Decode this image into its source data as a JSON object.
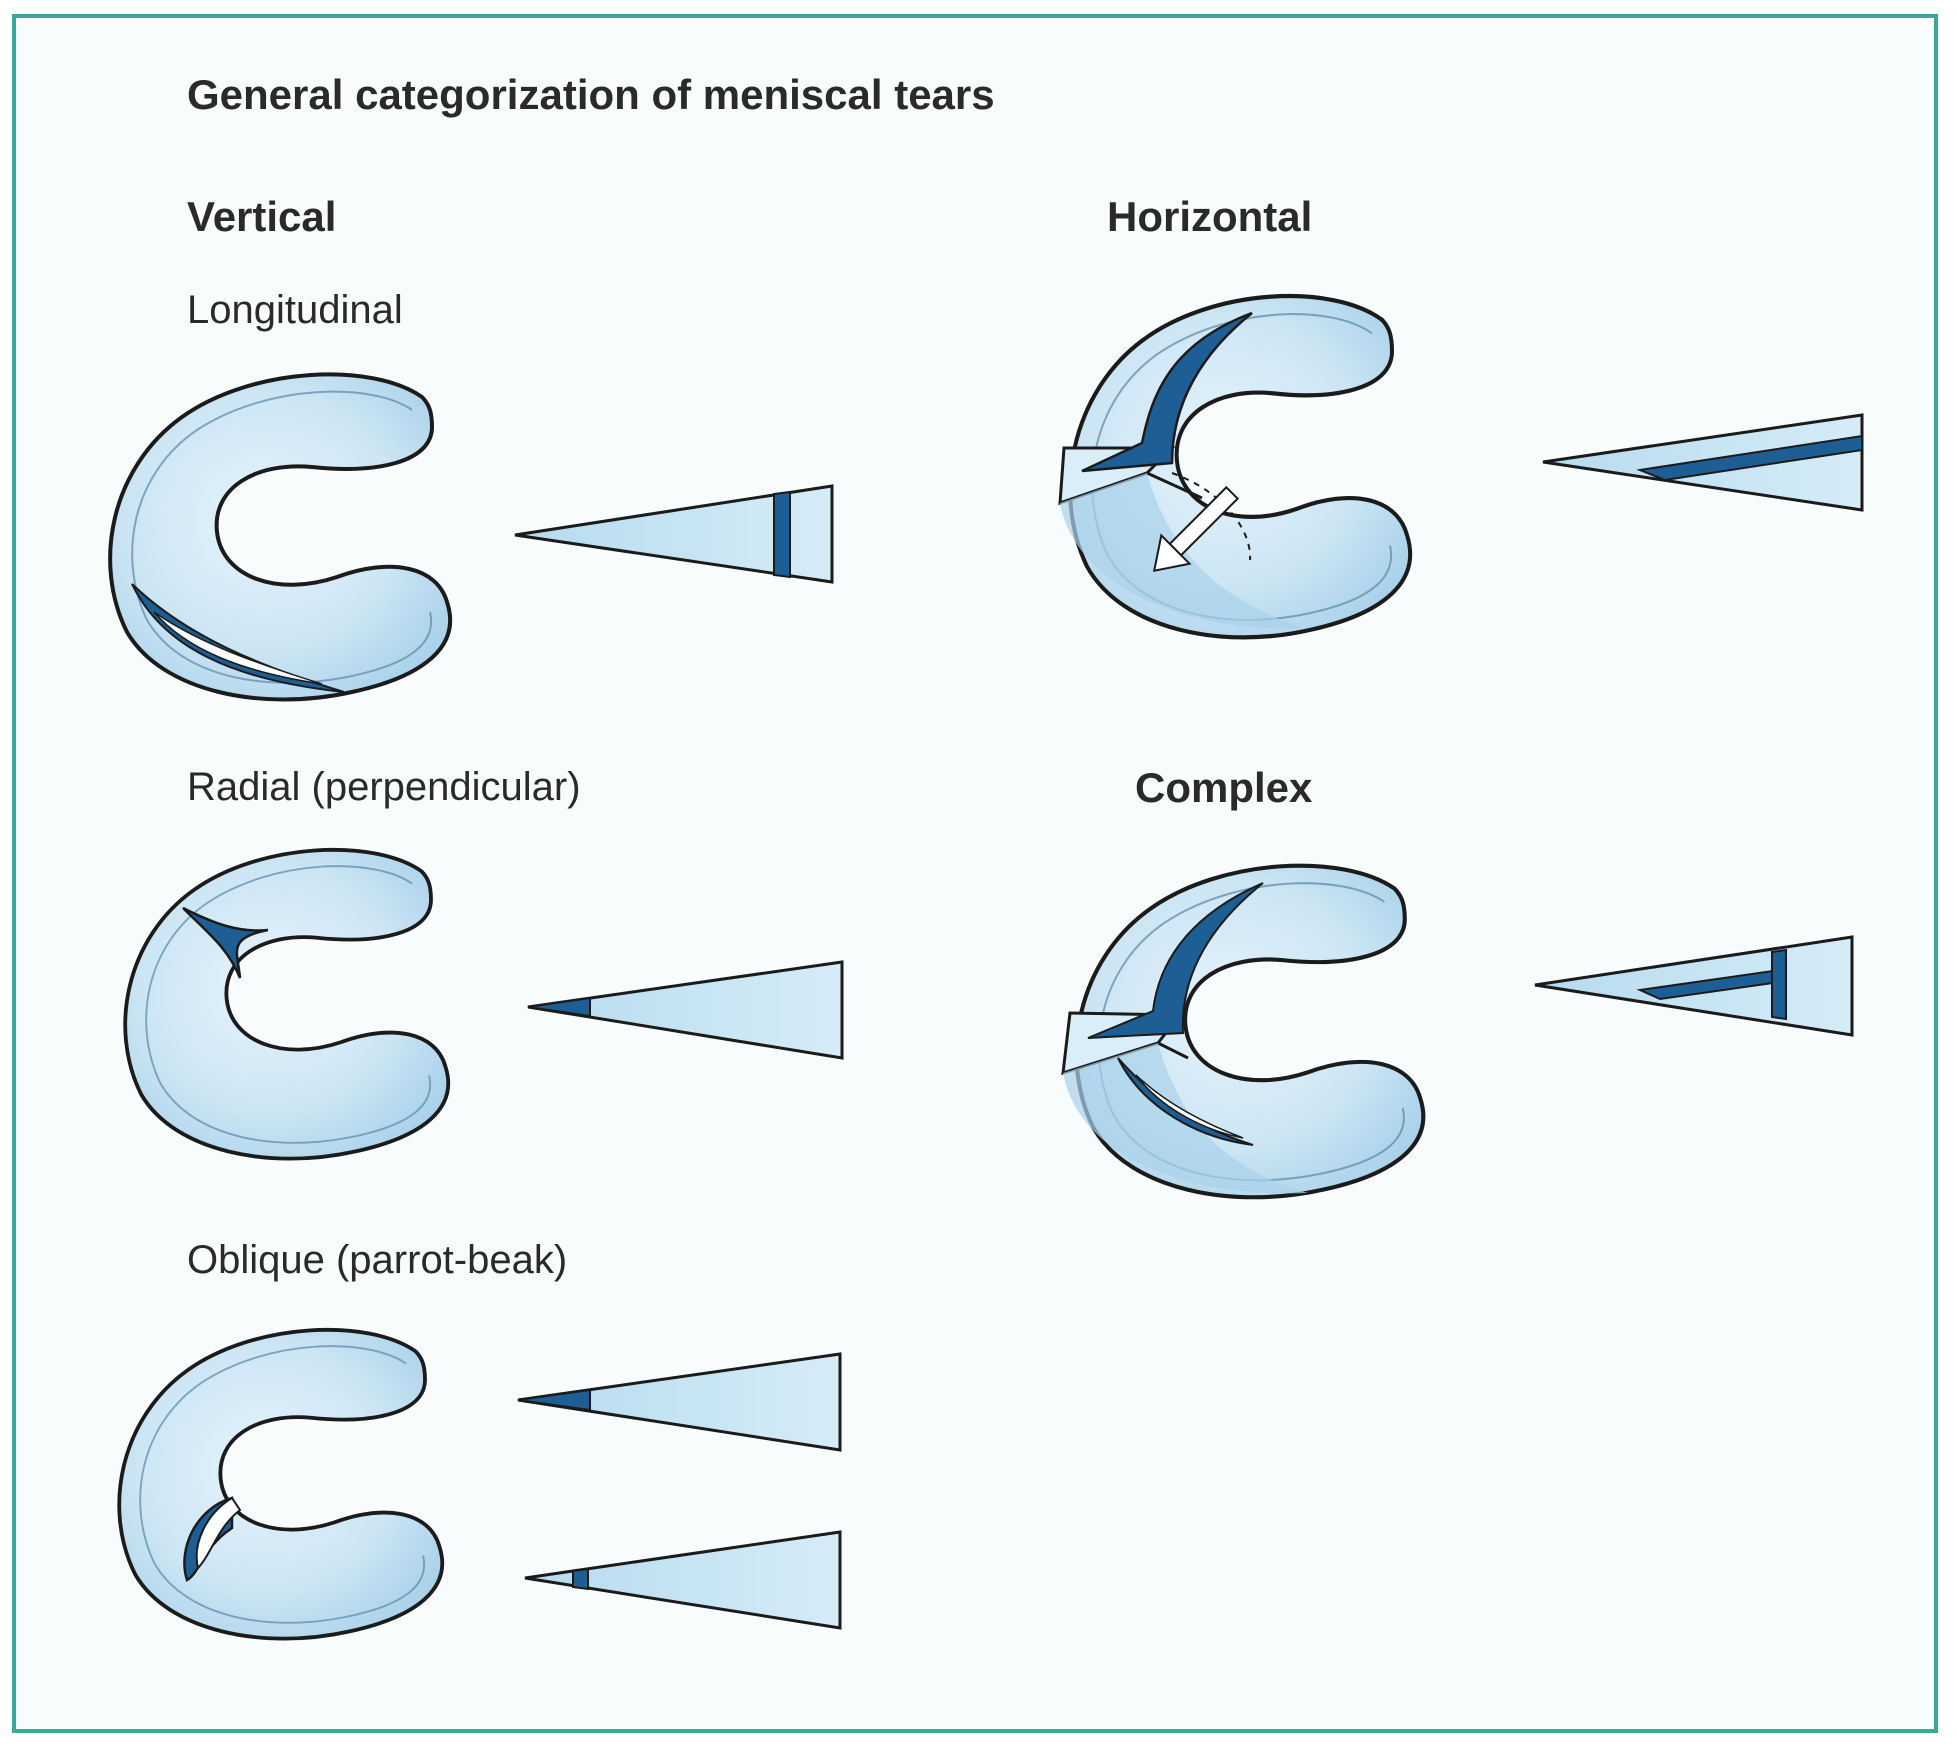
{
  "title": "General categorization of meniscal tears",
  "headings": {
    "vertical": "Vertical",
    "horizontal": "Horizontal",
    "complex": "Complex"
  },
  "subtypes": {
    "longitudinal": "Longitudinal",
    "radial": "Radial (perpendicular)",
    "oblique": "Oblique (parrot-beak)"
  },
  "colors": {
    "frame": "#3aa79a",
    "meniscus_fill": "#cfe7f4",
    "meniscus_shade": "#a9d2ea",
    "tear": "#1d5f95",
    "outline": "#1b1b1b"
  }
}
